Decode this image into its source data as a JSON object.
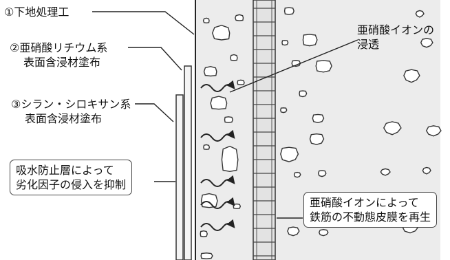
{
  "labels": {
    "primer": "①下地処理工",
    "nitrite_lithium_line1": "②亜硝酸リチウム系",
    "nitrite_lithium_line2": "表面含浸材塗布",
    "silane_line1": "③シラン・シロキサン系",
    "silane_line2": "表面含浸材塗布",
    "ion_penetration_line1": "亜硝酸イオンの",
    "ion_penetration_line2": "浸透"
  },
  "boxes": {
    "water_barrier_line1": "吸水防止層によって",
    "water_barrier_line2": "劣化因子の侵入を抑制",
    "rebar_passive_line1": "亜硝酸イオンによって",
    "rebar_passive_line2": "鉄筋の不動態皮膜を再生"
  },
  "colors": {
    "concrete_fill": "#ececec",
    "outline": "#333333",
    "arrow": "#333333"
  },
  "icons": {
    "penetration_arrow": "wavy-arrow-icon",
    "aggregate": "aggregate-stone-shape",
    "rebar": "rebar-shape"
  }
}
